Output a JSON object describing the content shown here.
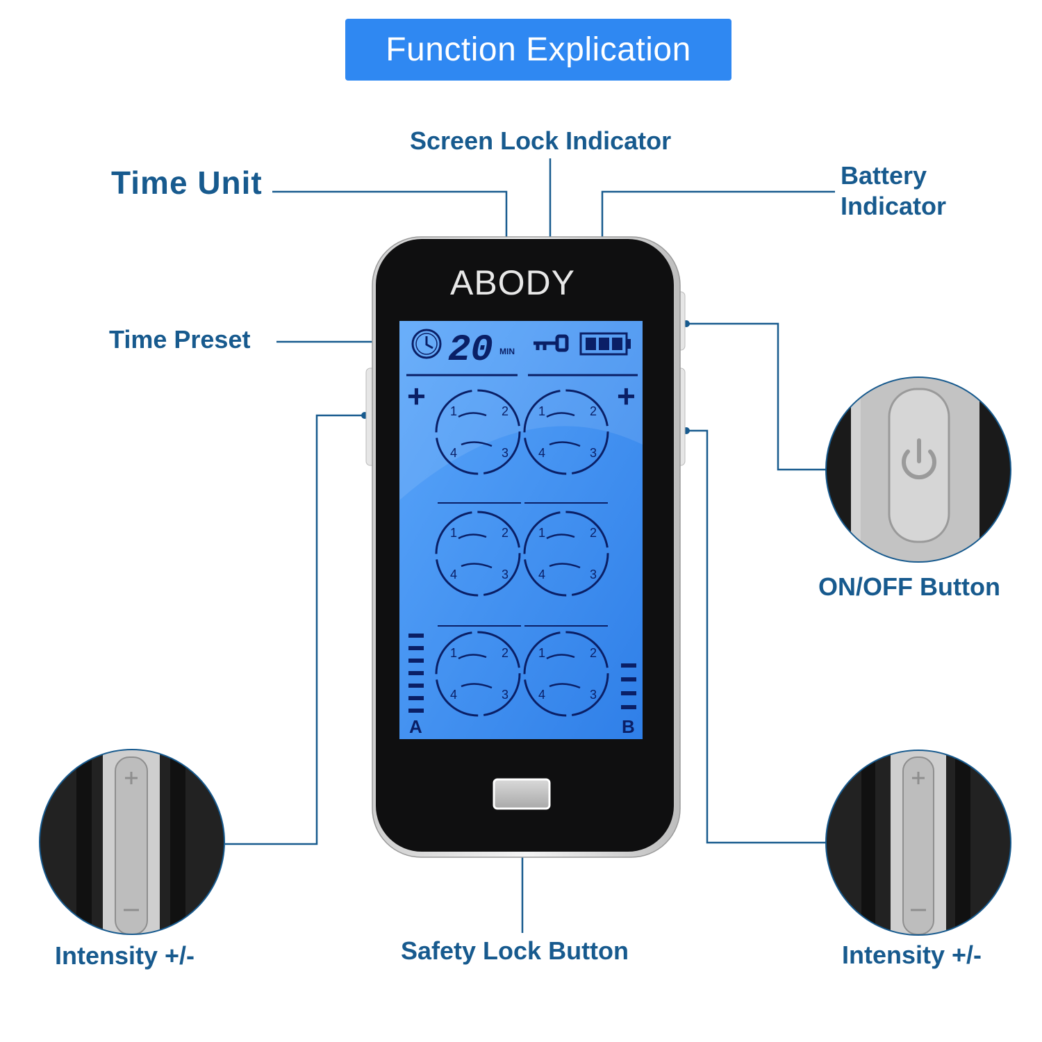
{
  "title": "Function Explication",
  "brand": "ABODY",
  "labels": {
    "screen_lock": "Screen Lock Indicator",
    "time_unit": "Time Unit",
    "battery_line1": "Battery",
    "battery_line2": "Indicator",
    "time_preset": "Time Preset",
    "on_off": "ON/OFF Button",
    "intensity_left": "Intensity +/-",
    "intensity_right": "Intensity +/-",
    "safety_lock": "Safety Lock Button"
  },
  "display": {
    "timer_value": "20",
    "timer_unit": "MIN",
    "channel_a": "A",
    "channel_b": "B",
    "plus": "+",
    "zones": [
      "1",
      "2",
      "3",
      "4"
    ]
  },
  "colors": {
    "accent": "#2f88f2",
    "label": "#175a8e",
    "lcd": "#3c8eef",
    "lcd_ink": "#0a1f66",
    "device": "#0f0f10"
  },
  "icons": [
    "clock-icon",
    "key-icon",
    "battery-icon",
    "power-icon"
  ]
}
